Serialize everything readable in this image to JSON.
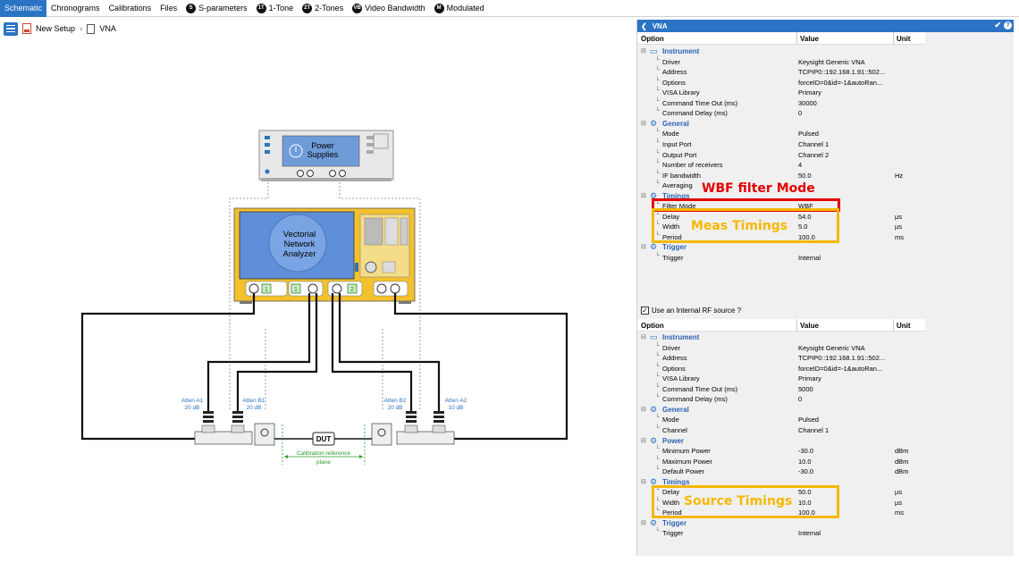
{
  "tabs": [
    {
      "label": "Schematic",
      "badge": "",
      "active": true
    },
    {
      "label": "Chronograms",
      "badge": ""
    },
    {
      "label": "Calibrations",
      "badge": ""
    },
    {
      "label": "Files",
      "badge": ""
    },
    {
      "label": "S-parameters",
      "badge": "S"
    },
    {
      "label": "1-Tone",
      "badge": "1T"
    },
    {
      "label": "2-Tones",
      "badge": "2T"
    },
    {
      "label": "Video Bandwidth",
      "badge": "VB"
    },
    {
      "label": "Modulated",
      "badge": "M"
    }
  ],
  "breadcrumb": {
    "setup": "New Setup",
    "item": "VNA"
  },
  "schematic": {
    "power_supplies": "Power\nSupplies",
    "vna_label": "Vectorial\nNetwork\nAnalyzer",
    "port1": "1",
    "port2": "2",
    "atten_a1": {
      "name": "Atten A1",
      "value": "20 dB"
    },
    "atten_b1": {
      "name": "Atten B1",
      "value": "20 dB"
    },
    "atten_b2": {
      "name": "Atten B2",
      "value": "20 dB"
    },
    "atten_a2": {
      "name": "Atten A2",
      "value": "10 dB"
    },
    "dut": "DUT",
    "cal_plane": "Calibration reference\nplane"
  },
  "panel": {
    "title": "VNA",
    "columns": {
      "option": "Option",
      "value": "Value",
      "unit": "Unit"
    },
    "checkbox_label": "Use an Internal RF source ?",
    "table1": [
      {
        "type": "group",
        "label": "Instrument"
      },
      {
        "label": "Driver",
        "value": "Keysight Generic VNA",
        "unit": ""
      },
      {
        "label": "Address",
        "value": "TCPIP0::192.168.1.91::502...",
        "unit": ""
      },
      {
        "label": "Options",
        "value": "forceID=0&id=-1&autoRan...",
        "unit": ""
      },
      {
        "label": "VISA Library",
        "value": "Primary",
        "unit": ""
      },
      {
        "label": "Command Time Out (ms)",
        "value": "30000",
        "unit": ""
      },
      {
        "label": "Command Delay (ms)",
        "value": "0",
        "unit": ""
      },
      {
        "type": "group",
        "label": "General"
      },
      {
        "label": "Mode",
        "value": "Pulsed",
        "unit": ""
      },
      {
        "label": "Input Port",
        "value": "Channel 1",
        "unit": ""
      },
      {
        "label": "Output Port",
        "value": "Channel 2",
        "unit": ""
      },
      {
        "label": "Number of receivers",
        "value": "4",
        "unit": ""
      },
      {
        "label": "IF bandwidth",
        "value": "50.0",
        "unit": "Hz"
      },
      {
        "label": "Averaging",
        "value": "",
        "unit": ""
      },
      {
        "type": "group",
        "label": "Timings"
      },
      {
        "label": "Filter Mode",
        "value": "WBF",
        "unit": ""
      },
      {
        "label": "Delay",
        "value": "54.0",
        "unit": "µs"
      },
      {
        "label": "Width",
        "value": "5.0",
        "unit": "µs"
      },
      {
        "label": "Period",
        "value": "100.0",
        "unit": "ms"
      },
      {
        "type": "group",
        "label": "Trigger"
      },
      {
        "label": "Trigger",
        "value": "Internal",
        "unit": ""
      }
    ],
    "table2": [
      {
        "type": "group",
        "label": "Instrument"
      },
      {
        "label": "Driver",
        "value": "Keysight Generic VNA",
        "unit": ""
      },
      {
        "label": "Address",
        "value": "TCPIP0::192.168.1.91::502...",
        "unit": ""
      },
      {
        "label": "Options",
        "value": "forceID=0&id=-1&autoRan...",
        "unit": ""
      },
      {
        "label": "VISA Library",
        "value": "Primary",
        "unit": ""
      },
      {
        "label": "Command Time Out (ms)",
        "value": "5000",
        "unit": ""
      },
      {
        "label": "Command Delay (ms)",
        "value": "0",
        "unit": ""
      },
      {
        "type": "group",
        "label": "General"
      },
      {
        "label": "Mode",
        "value": "Pulsed",
        "unit": ""
      },
      {
        "label": "Channel",
        "value": "Channel 1",
        "unit": ""
      },
      {
        "type": "group",
        "label": "Power"
      },
      {
        "label": "Minimum Power",
        "value": "-30.0",
        "unit": "dBm"
      },
      {
        "label": "Maximum Power",
        "value": "10.0",
        "unit": "dBm"
      },
      {
        "label": "Default Power",
        "value": "-30.0",
        "unit": "dBm"
      },
      {
        "type": "group",
        "label": "Timings"
      },
      {
        "label": "Delay",
        "value": "50.0",
        "unit": "µs"
      },
      {
        "label": "Width",
        "value": "10.0",
        "unit": "µs"
      },
      {
        "label": "Period",
        "value": "100.0",
        "unit": "ms"
      },
      {
        "type": "group",
        "label": "Trigger"
      },
      {
        "label": "Trigger",
        "value": "Internal",
        "unit": ""
      }
    ]
  },
  "annotations": {
    "wbf": "WBF filter Mode",
    "meas": "Meas Timings",
    "source": "Source Timings"
  },
  "colors": {
    "accent": "#2b73c4",
    "red": "#e30000",
    "orange": "#f5b800",
    "vna_body": "#f3c12e"
  }
}
